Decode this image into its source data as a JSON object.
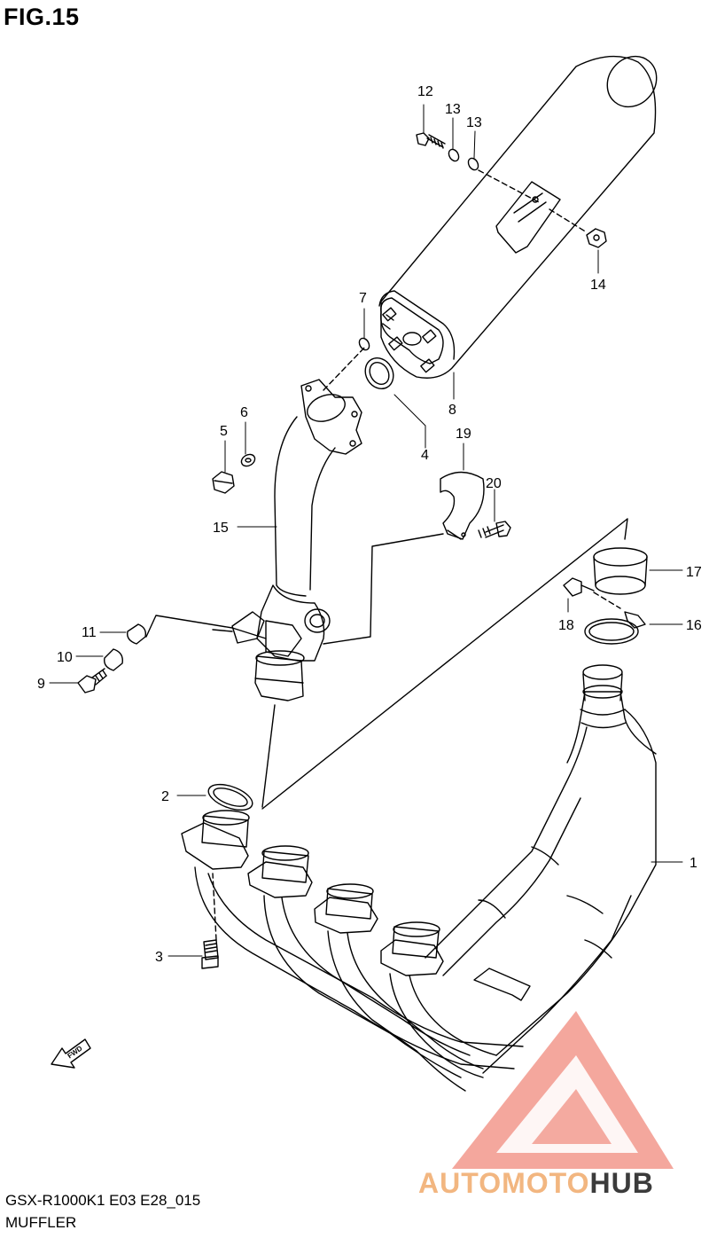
{
  "figure_title": "FIG.15",
  "model_code": "GSX-R1000K1  E03  E28_015",
  "part_group": "MUFFLER",
  "direction_label": "FWD",
  "watermark": {
    "part1": "AUTOMOTO",
    "part2": "HUB",
    "accent_color": "#f08a7c",
    "text_color": "#f2b680",
    "dark_color": "#3b3b3b"
  },
  "callouts": {
    "c1": "1",
    "c2": "2",
    "c3": "3",
    "c4": "4",
    "c5": "5",
    "c6": "6",
    "c7": "7",
    "c8": "8",
    "c9": "9",
    "c10": "10",
    "c11": "11",
    "c12": "12",
    "c13a": "13",
    "c13b": "13",
    "c14": "14",
    "c15": "15",
    "c16": "16",
    "c17": "17",
    "c18": "18",
    "c19": "19",
    "c20": "20"
  }
}
